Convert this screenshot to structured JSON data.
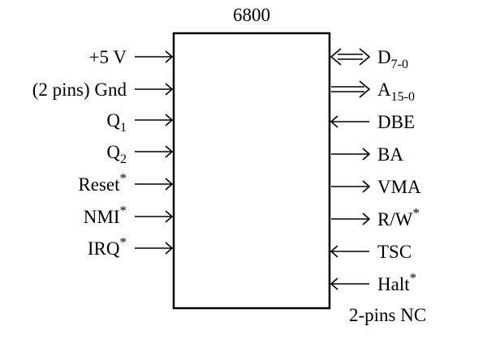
{
  "title": "6800",
  "left_pins": [
    {
      "name": "+5 V",
      "sub": "",
      "sup": "",
      "direction": "in"
    },
    {
      "name": "(2 pins) Gnd",
      "sub": "",
      "sup": "",
      "direction": "in"
    },
    {
      "name": "Q",
      "sub": "1",
      "sup": "",
      "direction": "in"
    },
    {
      "name": "Q",
      "sub": "2",
      "sup": "",
      "direction": "in"
    },
    {
      "name": "Reset",
      "sub": "",
      "sup": "*",
      "direction": "in"
    },
    {
      "name": "NMI",
      "sub": "",
      "sup": "*",
      "direction": "in"
    },
    {
      "name": "IRQ",
      "sub": "",
      "sup": "*",
      "direction": "in"
    }
  ],
  "right_pins": [
    {
      "name": "D",
      "sub": "7-0",
      "sup": "",
      "direction": "bidirectional-bus"
    },
    {
      "name": "A",
      "sub": "15-0",
      "sup": "",
      "direction": "out-bus"
    },
    {
      "name": "DBE",
      "sub": "",
      "sup": "",
      "direction": "in"
    },
    {
      "name": "BA",
      "sub": "",
      "sup": "",
      "direction": "out"
    },
    {
      "name": "VMA",
      "sub": "",
      "sup": "",
      "direction": "out"
    },
    {
      "name": "R/W",
      "sub": "",
      "sup": "*",
      "direction": "out"
    },
    {
      "name": "TSC",
      "sub": "",
      "sup": "",
      "direction": "in"
    },
    {
      "name": "Halt",
      "sub": "",
      "sup": "*",
      "direction": "in"
    }
  ],
  "footer_note": "2-pins NC"
}
